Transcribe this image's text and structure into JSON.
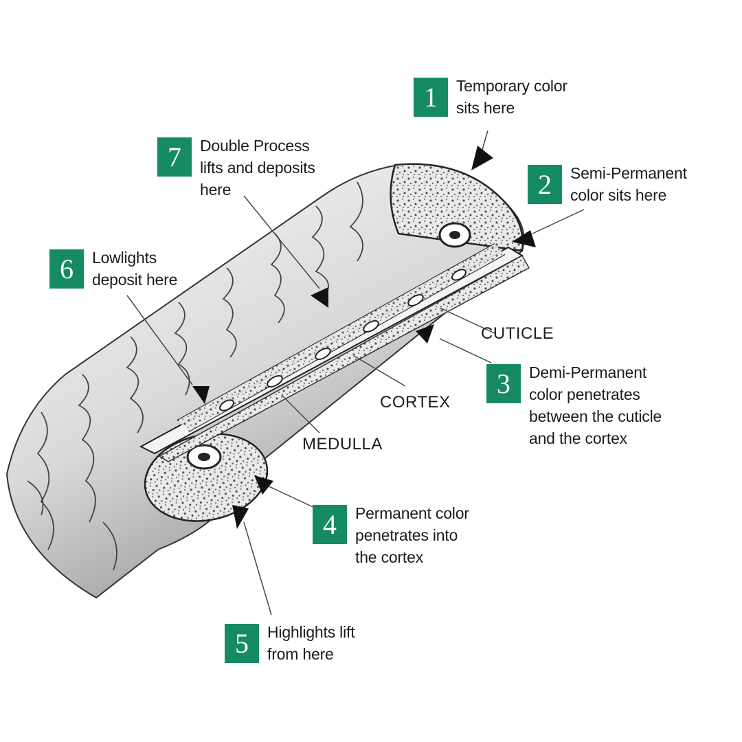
{
  "colors": {
    "badge": "#168a64",
    "ink": "#1c1c1c"
  },
  "structure_labels": {
    "cuticle": "CUTICLE",
    "cortex": "CORTEX",
    "medulla": "MEDULLA"
  },
  "callouts": [
    {
      "number": "1",
      "lines": [
        "Temporary color",
        "sits here"
      ]
    },
    {
      "number": "2",
      "lines": [
        "Semi-Permanent",
        "color sits here"
      ]
    },
    {
      "number": "3",
      "lines": [
        "Demi-Permanent",
        "color penetrates",
        "between the cuticle",
        "and the cortex"
      ]
    },
    {
      "number": "4",
      "lines": [
        "Permanent color",
        "penetrates into",
        "the cortex"
      ]
    },
    {
      "number": "5",
      "lines": [
        "Highlights lift",
        "from here"
      ]
    },
    {
      "number": "6",
      "lines": [
        "Lowlights",
        "deposit here"
      ]
    },
    {
      "number": "7",
      "lines": [
        "Double Process",
        "lifts and deposits",
        "here"
      ]
    }
  ]
}
